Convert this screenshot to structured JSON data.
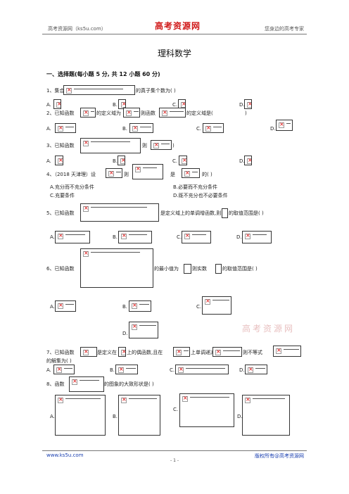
{
  "header": {
    "left": "高考资源网（ks5u.com）",
    "center": "高考资源网",
    "right": "您身边的高考专家"
  },
  "title": "理科数学",
  "section": "一、选择题(每小题 5 分, 共 12 小题 60 分)",
  "questions": {
    "q1": {
      "pre": "1、集合",
      "post": "的真子集个数为( )"
    },
    "q2": {
      "a": "2、已知函数",
      "b": "的定义域为",
      "c": "则函数",
      "d": "的定义域是(",
      "e": ")"
    },
    "q3": {
      "a": "3、已知函数",
      "b": "则",
      "c": ")"
    },
    "q4": {
      "a": "4、（2018 天津理）设",
      "b": "则",
      "c": "是",
      "d": "的( )",
      "opt_a": "A.充分而不充分条件",
      "opt_b": "B.必要而不充分条件",
      "opt_c": "C.充要条件",
      "opt_d": "D.既不充分也不必要条件"
    },
    "q5": {
      "a": "5、已知函数",
      "b": "是定义域上的单调增函数,则",
      "c": "的取值范围是( )"
    },
    "q6": {
      "a": "6、已知函数",
      "b": "的最小值为",
      "c": "则实数",
      "d": "的取值范围是( )"
    },
    "q7": {
      "a": "7、已知函数",
      "b": "是定义在",
      "c": "上的偶函数,且在",
      "d": "上单调递减,",
      "e": "则不等式",
      "f": "的解集为( )"
    },
    "q8": {
      "a": "8、函数",
      "b": "的图象的大致形状是( )"
    }
  },
  "options": {
    "a": "A.",
    "b": "B.",
    "c": "C.",
    "d": "D."
  },
  "watermark": "高考资源网",
  "footer": {
    "left": "www.ks5u.com",
    "right": "版权所有@高考资源网",
    "page": "- 1 -"
  }
}
